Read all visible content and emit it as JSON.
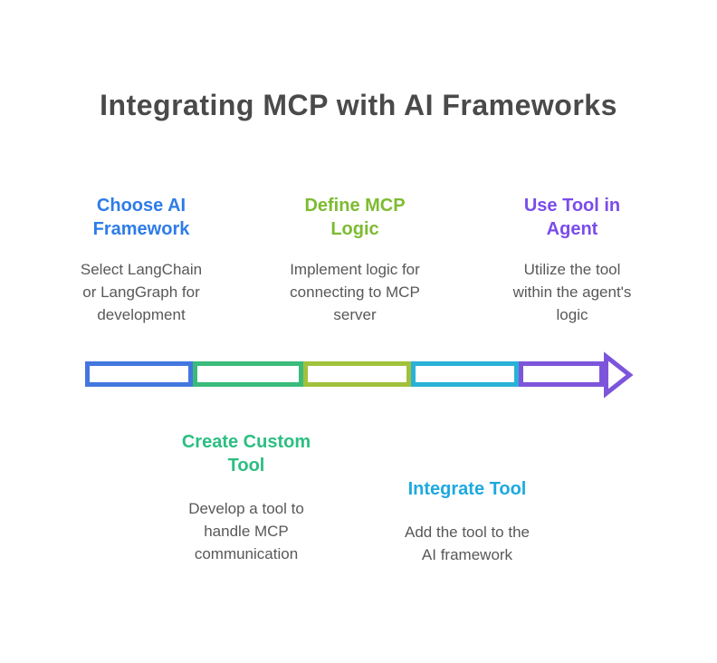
{
  "title": "Integrating MCP with AI Frameworks",
  "colors": {
    "background": "#ffffff",
    "title_text": "#4a4a4a",
    "body_text": "#58585a"
  },
  "steps": [
    {
      "order": 1,
      "row": "top",
      "label": "Choose AI\nFramework",
      "description": "Select LangChain\nor LangGraph for\ndevelopment",
      "color": "#2e7ce8"
    },
    {
      "order": 2,
      "row": "bottom",
      "label": "Create Custom\nTool",
      "description": "Develop a tool to\nhandle MCP\ncommunication",
      "color": "#2cbe82"
    },
    {
      "order": 3,
      "row": "top",
      "label": "Define MCP\nLogic",
      "description": "Implement logic for\nconnecting to MCP\nserver",
      "color": "#7dbb31"
    },
    {
      "order": 4,
      "row": "bottom",
      "label": "Integrate Tool",
      "description": "Add the tool to the\nAI framework",
      "color": "#1ea9e0"
    },
    {
      "order": 5,
      "row": "top",
      "label": "Use Tool in\nAgent",
      "description": "Utilize the tool\nwithin the agent's\nlogic",
      "color": "#7a4ceb"
    }
  ],
  "arrow": {
    "direction": "right",
    "segment_colors": [
      "#4377df",
      "#3abb7b",
      "#a1c13b",
      "#29b1d8",
      "#7d55db"
    ],
    "head_color": "#7d55db"
  }
}
